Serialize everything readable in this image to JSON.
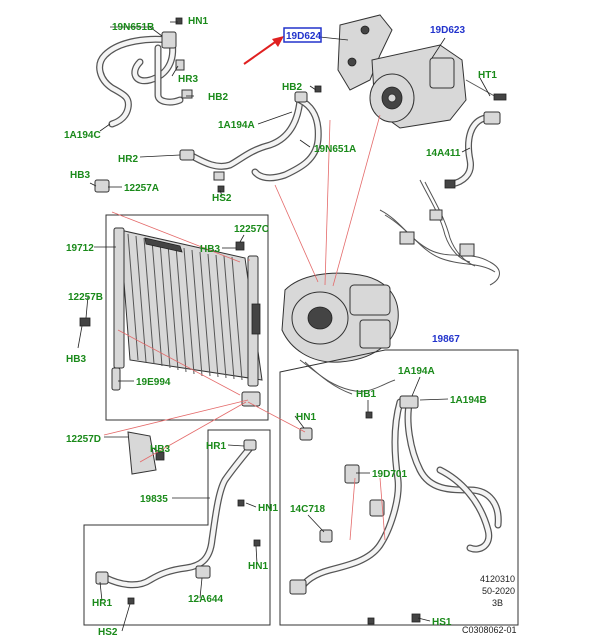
{
  "labels": {
    "l_19N651B": "19N651B",
    "l_HN1_a": "HN1",
    "l_HR3": "HR3",
    "l_HB2_a": "HB2",
    "l_1A194C": "1A194C",
    "l_19D624": "19D624",
    "l_19D623": "19D623",
    "l_HT1": "HT1",
    "l_HB2_b": "HB2",
    "l_1A194A_a": "1A194A",
    "l_19N651A": "19N651A",
    "l_HR2": "HR2",
    "l_14A411": "14A411",
    "l_HB3_a": "HB3",
    "l_12257A": "12257A",
    "l_HS2_a": "HS2",
    "l_19712": "19712",
    "l_HB3_b": "HB3",
    "l_12257C": "12257C",
    "l_12257B": "12257B",
    "l_HB3_c": "HB3",
    "l_19E994": "19E994",
    "l_19867": "19867",
    "l_1A194A_b": "1A194A",
    "l_HB1": "HB1",
    "l_1A194B": "1A194B",
    "l_HN1_b": "HN1",
    "l_12257D": "12257D",
    "l_HB3_d": "HB3",
    "l_HR1_a": "HR1",
    "l_19835": "19835",
    "l_HN1_c": "HN1",
    "l_19D701": "19D701",
    "l_14C718": "14C718",
    "l_HN1_d": "HN1",
    "l_HR1_b": "HR1",
    "l_12A644": "12A644",
    "l_HS2_b": "HS2",
    "l_HS1": "HS1"
  },
  "meta": {
    "line1": "4120310",
    "line2": "50-2020",
    "line3": "3B",
    "line4": "C0308062-01"
  },
  "colors": {
    "part_label": "#1a8a1a",
    "highlight_label": "#2233cc",
    "highlight_box": "#2233cc",
    "arrow": "#e02020",
    "leader_red": "#e46a6a"
  }
}
